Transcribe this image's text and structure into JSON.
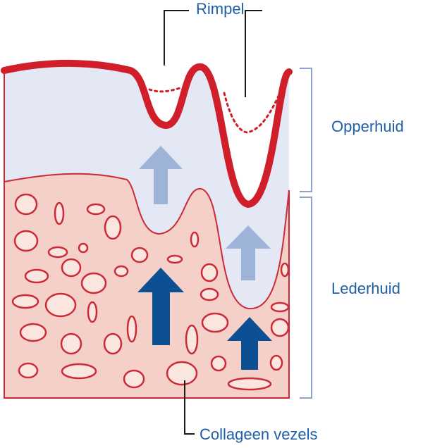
{
  "labels": {
    "wrinkle": "Rimpel",
    "epidermis": "Opperhuid",
    "dermis": "Lederhuid",
    "collagen": "Collageen vezels"
  },
  "colors": {
    "skin_surface": "#d01f2b",
    "dermis_fill": "#f5d0c8",
    "dermis_outline": "#cc2a36",
    "epidermis_fill": "#e4e8f4",
    "arrow_light": "#9db3d8",
    "arrow_dark": "#0d4f93",
    "label_text": "#1f5fa6",
    "bracket": "#8ba4cf"
  },
  "icons": {
    "upward_arrows": "arrow-up-icon"
  }
}
